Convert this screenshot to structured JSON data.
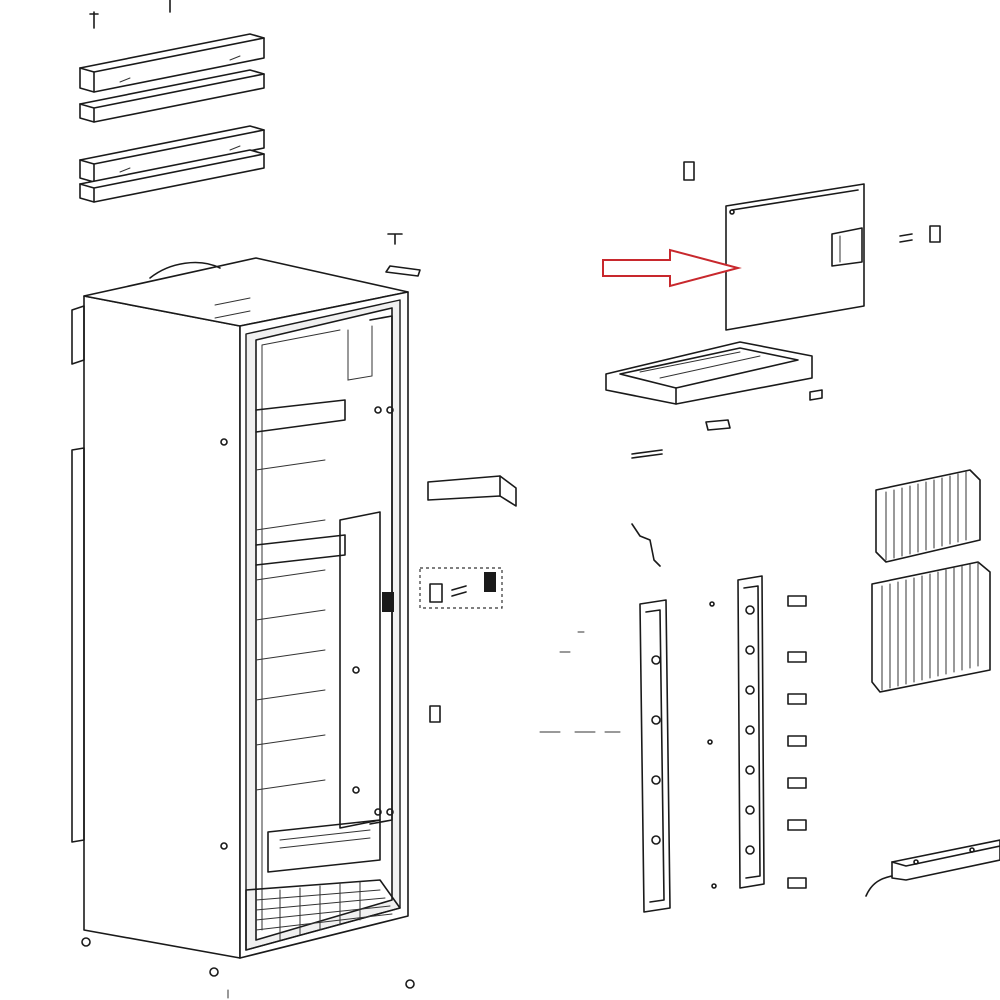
{
  "diagram": {
    "kind": "exploded-parts-view",
    "highlight_color": "#c8282d",
    "line_color": "#1a1a1a",
    "background": "#ffffff",
    "parts": [
      "top-trim-strip",
      "cabinet",
      "freezer-door-panel",
      "drip-tray",
      "handle-bar",
      "switch-assembly",
      "hinge-bracket-left",
      "hinge-bracket-right",
      "condenser-fins-upper",
      "condenser-fins-lower",
      "bottom-hinge"
    ],
    "highlighted_part": "freezer-door-panel",
    "pointer": "arrow-outline"
  }
}
